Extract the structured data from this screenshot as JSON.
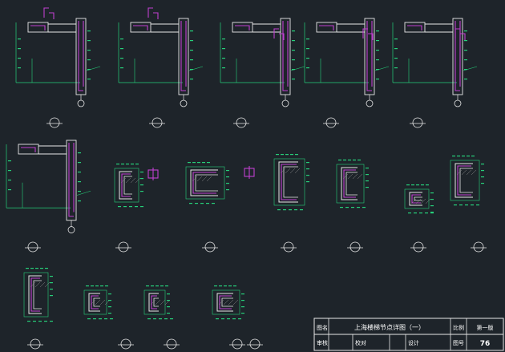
{
  "colors": {
    "background": "#1e242a",
    "outline": "#e8e8e8",
    "rebar": "#c040d0",
    "dimension": "#26d07a",
    "concrete_hatch": "#8a8a8a"
  },
  "title_block": {
    "title": "上海楼梯节点详图（一）",
    "sheet_label": "第一版",
    "sheet_number": "76",
    "label_drawing": "图名",
    "label_scale": "比例",
    "label_review": "审核",
    "label_check": "校对",
    "label_design": "设计",
    "label_drawing_no": "图号"
  },
  "details": [
    {
      "id": "1"
    },
    {
      "id": "2"
    },
    {
      "id": "3"
    },
    {
      "id": "4"
    },
    {
      "id": "5"
    },
    {
      "id": "6"
    },
    {
      "id": "7"
    },
    {
      "id": "8"
    },
    {
      "id": "9"
    },
    {
      "id": "10"
    },
    {
      "id": "11"
    },
    {
      "id": "12"
    },
    {
      "id": "13"
    },
    {
      "id": "14"
    },
    {
      "id": "15"
    },
    {
      "id": "16"
    }
  ]
}
